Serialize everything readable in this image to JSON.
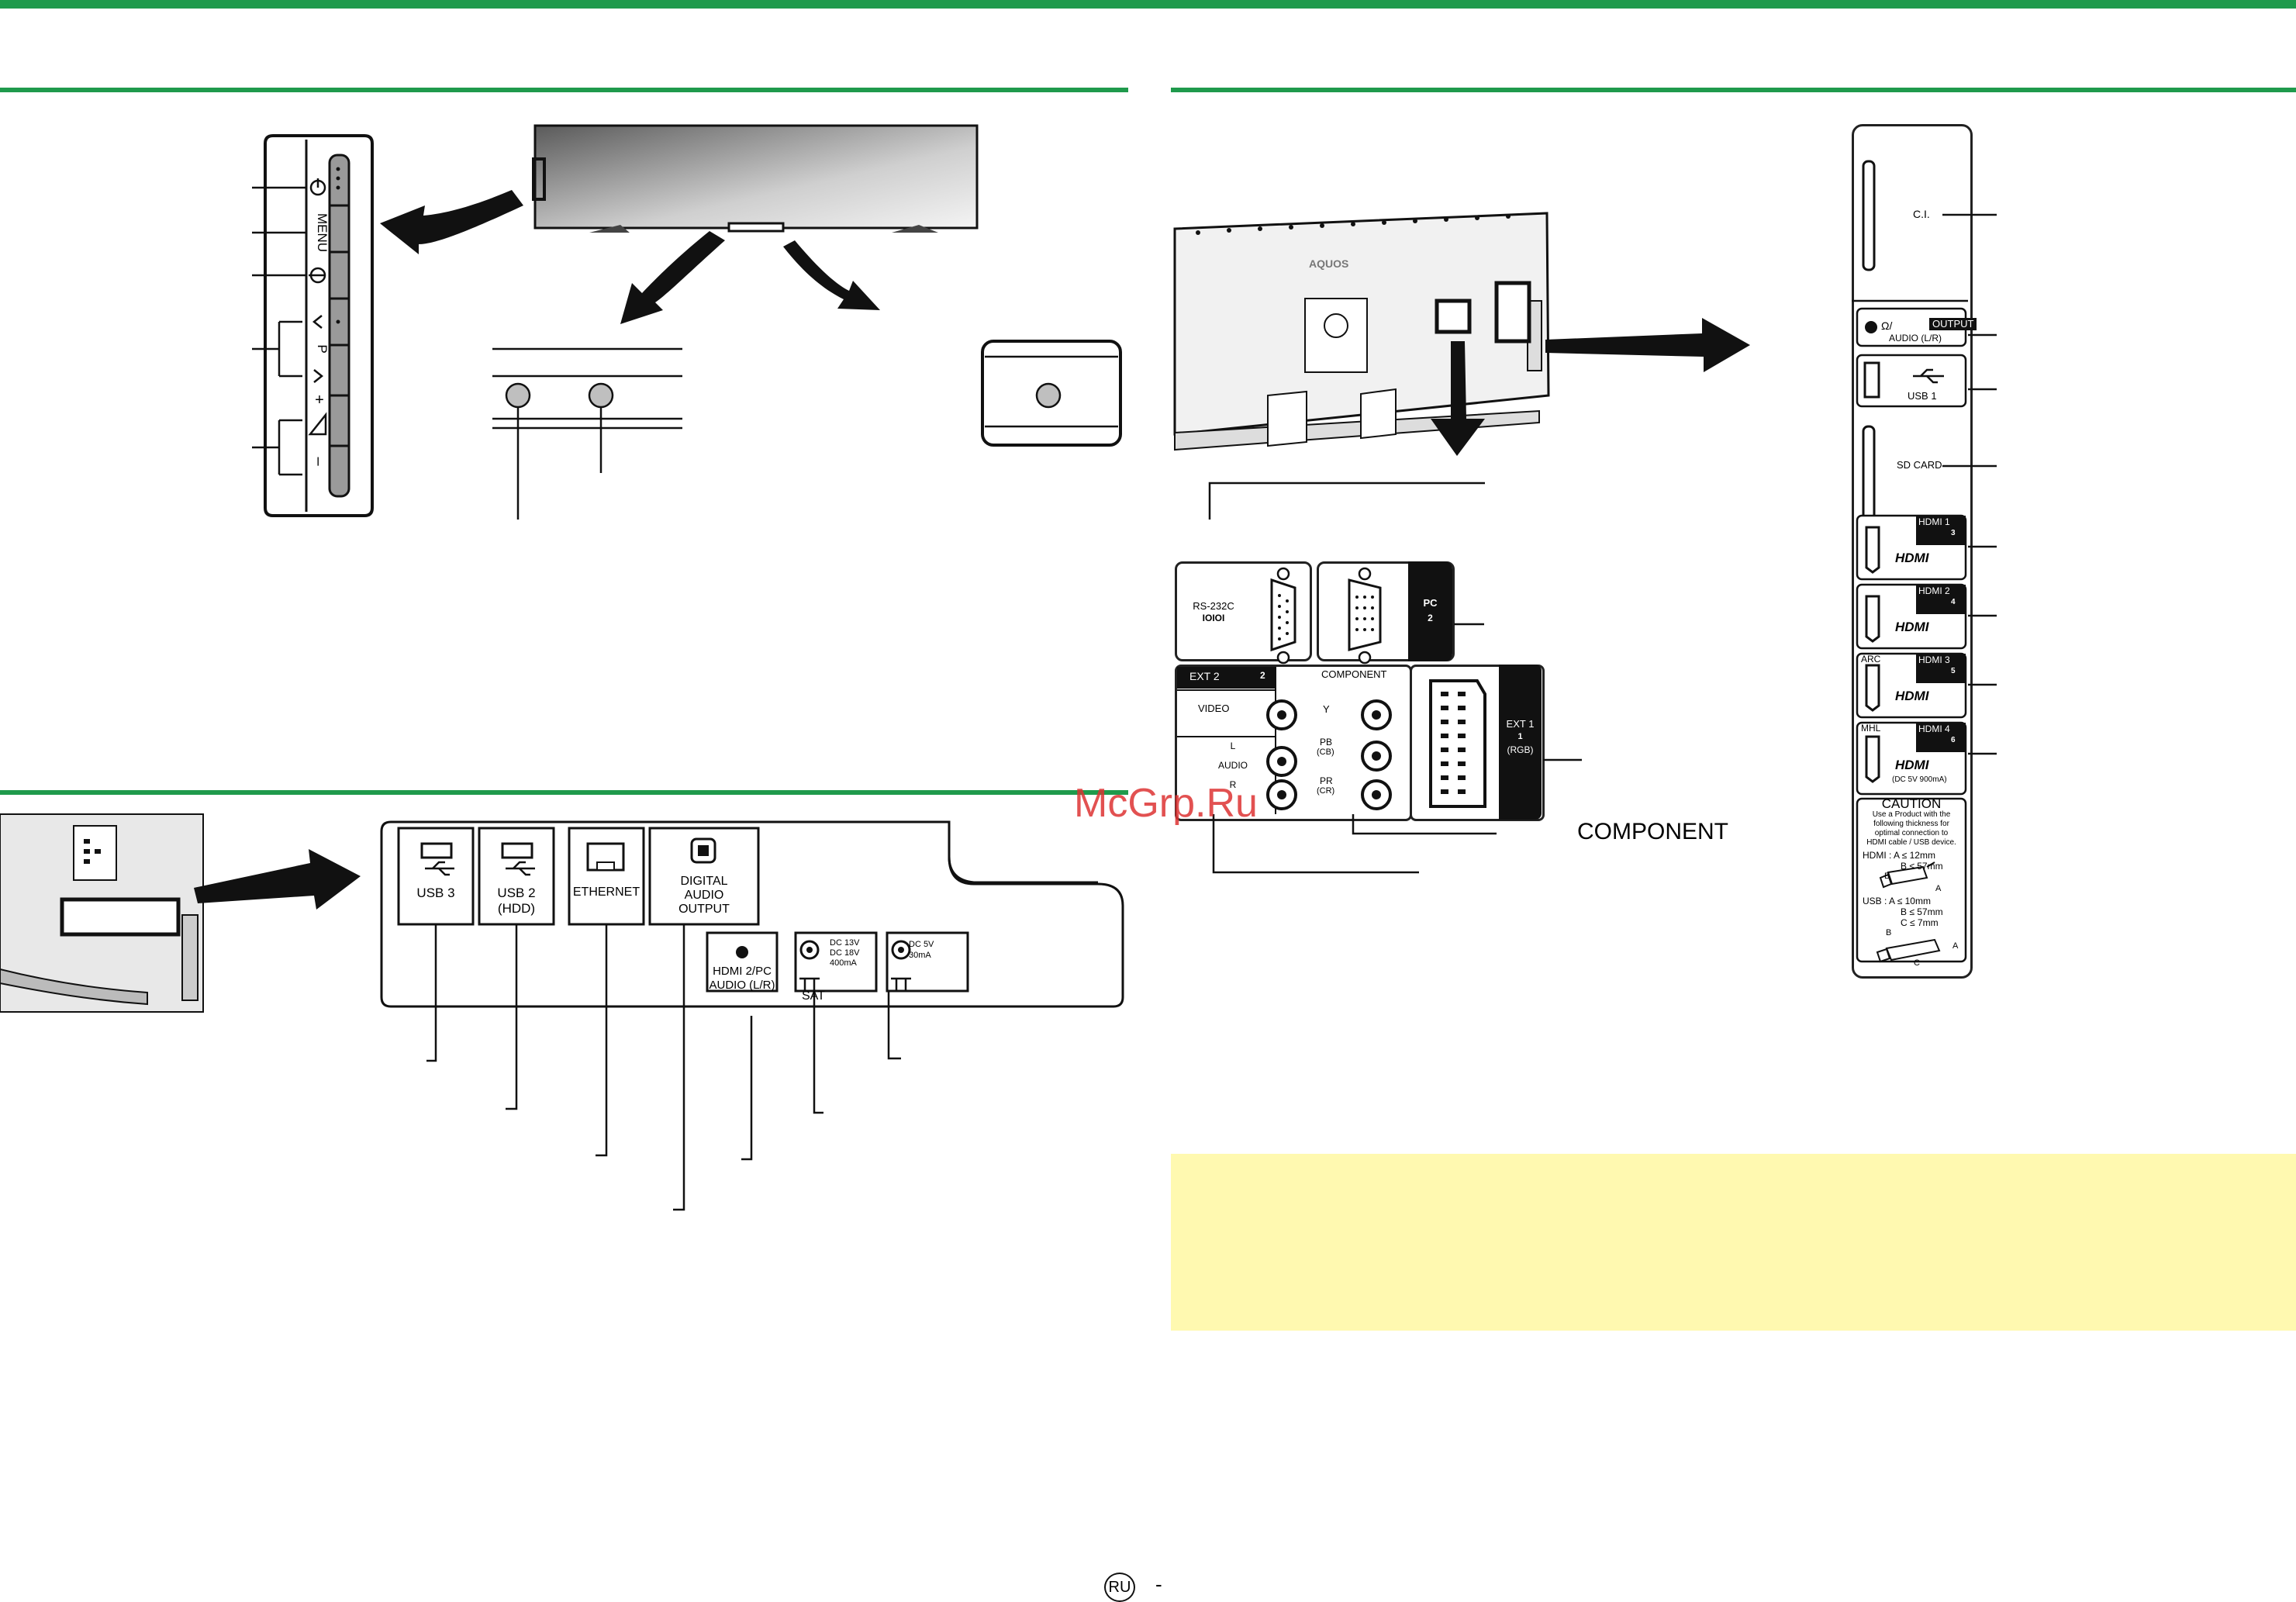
{
  "colors": {
    "rule": "#1f9a4c",
    "note_bg": "#fff9b0",
    "watermark": "#dd3333"
  },
  "side_buttons": {
    "menu": "MENU",
    "p": "P",
    "up_icon": "chevron-up-icon",
    "down_icon": "chevron-down-icon",
    "plus": "+",
    "minus": "–"
  },
  "tv_brand": "AQUOS",
  "rear_left": {
    "usb3": "USB 3",
    "usb2": "USB 2",
    "usb2_sub": "(HDD)",
    "ethernet": "ETHERNET",
    "digital_audio": [
      "DIGITAL",
      "AUDIO",
      "OUTPUT"
    ],
    "hdmi2pc": [
      "HDMI 2/PC",
      "AUDIO (L/R)"
    ],
    "sat_spec": [
      "DC 13V",
      "DC 18V",
      "400mA"
    ],
    "sat": "SAT",
    "ant_spec": [
      "DC 5V",
      "30mA"
    ]
  },
  "rear_middle": {
    "rs232c": "RS-232C",
    "rs232c_sym": "IOIOI",
    "pc": "PC",
    "pc_num": "2",
    "ext2": "EXT 2",
    "ext2_num": "2",
    "component": "COMPONENT",
    "video": "VIDEO",
    "audio_l": "L",
    "audio": "AUDIO",
    "audio_r": "R",
    "y": "Y",
    "pb": "PB",
    "pb_sub": "(CB)",
    "pr": "PR",
    "pr_sub": "(CR)",
    "ext1": "EXT 1",
    "ext1_num": "1",
    "rgb": "(RGB)",
    "component_callout": "COMPONENT"
  },
  "side_panel": {
    "ci": "C.I.",
    "output": "OUTPUT",
    "headphone_icon": "headphone-icon",
    "audio_lr": "AUDIO (L/R)",
    "usb1": "USB 1",
    "sdcard": "SD CARD",
    "hdmi1": "HDMI 1",
    "hdmi2": "HDMI 2",
    "hdmi3": "HDMI 3",
    "hdmi4": "HDMI 4",
    "hdmi1_num": "3",
    "hdmi2_num": "4",
    "hdmi3_num": "5",
    "hdmi4_num": "6",
    "hdmi_logo": "HDMI",
    "arc": "ARC",
    "mhl": "MHL",
    "mhl_spec": "(DC 5V  900mA)",
    "caution_title": "CAUTION",
    "caution_text": [
      "Use a Product with the",
      "following thickness for",
      "optimal connection to",
      "HDMI cable / USB device."
    ],
    "hdmi_dims": [
      "HDMI : A ≤ 12mm",
      "B ≤ 57mm"
    ],
    "usb_dims": [
      "USB  : A ≤ 10mm",
      "B ≤ 57mm",
      "C ≤  7mm"
    ],
    "dim_a": "A",
    "dim_b": "B",
    "dim_c": "C"
  },
  "footer": {
    "lang": "RU",
    "dash": "-"
  },
  "watermark": "McGrp.Ru"
}
